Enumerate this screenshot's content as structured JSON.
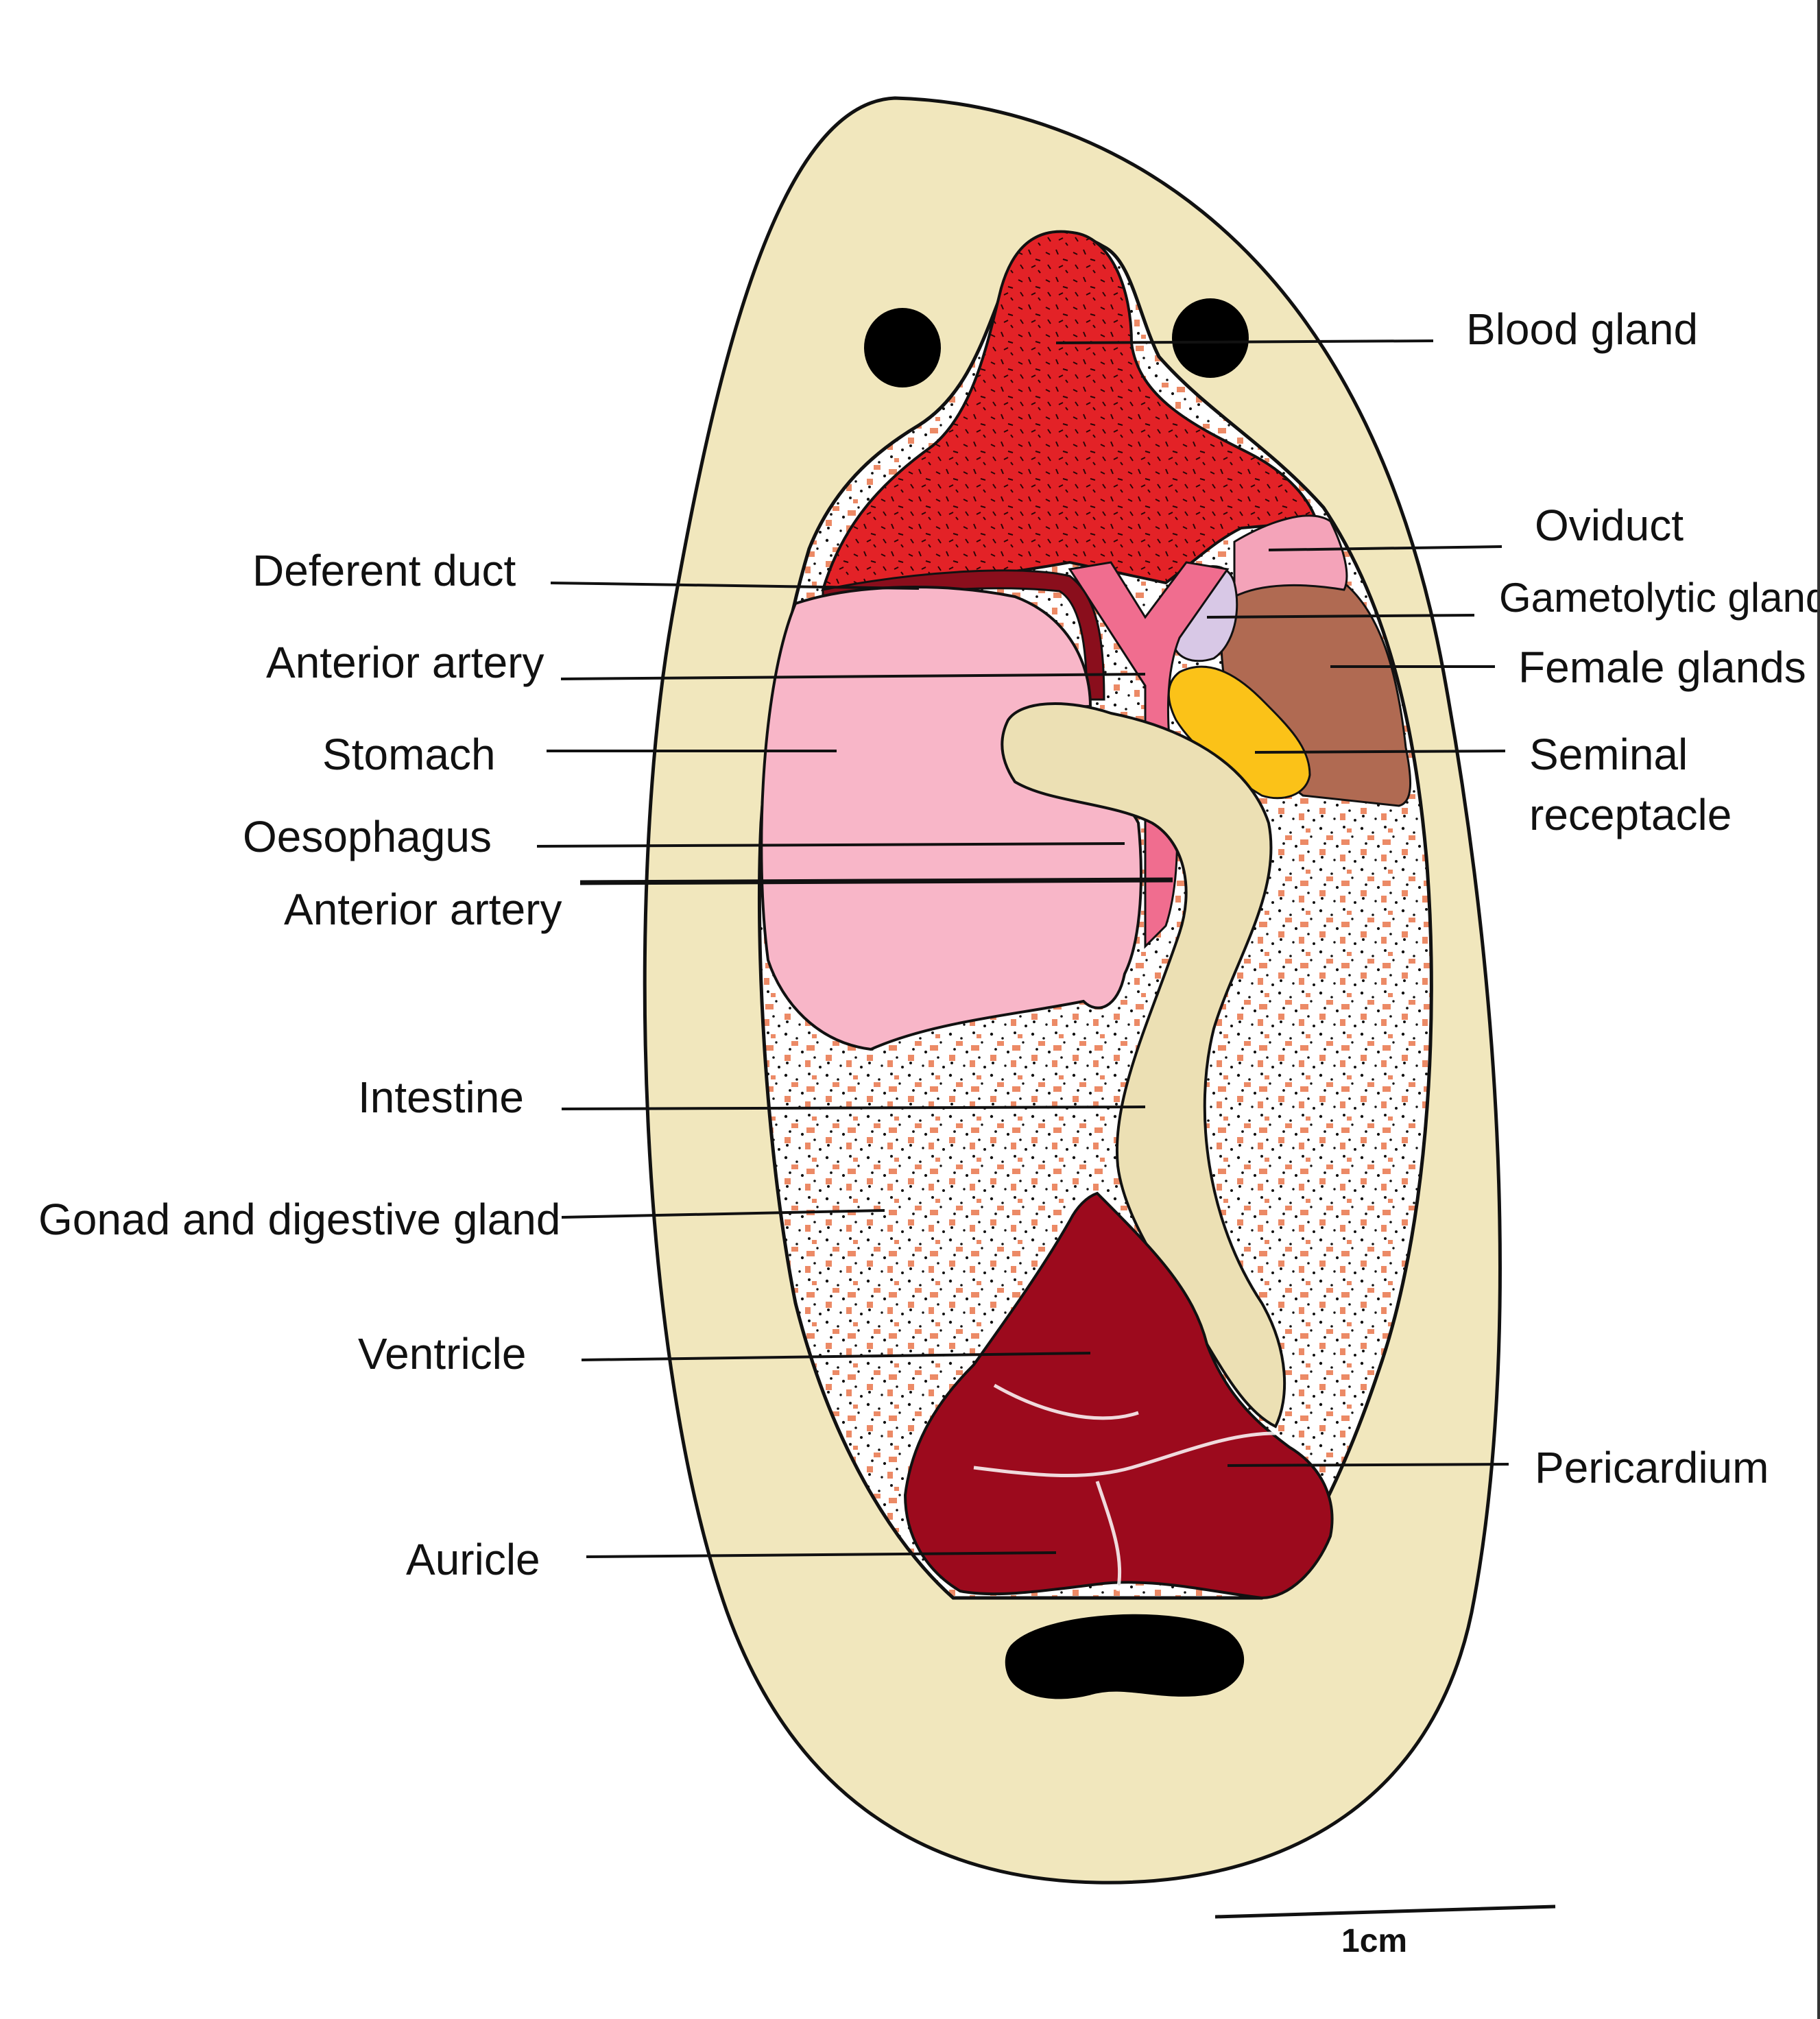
{
  "labels": {
    "blood_gland": "Blood gland",
    "oviduct": "Oviduct",
    "gametolytic_gland": "Gametolytic gland",
    "female_glands": "Female glands",
    "seminal_receptacle_line1": "Seminal",
    "seminal_receptacle_line2": "receptacle",
    "pericardium": "Pericardium",
    "deferent_duct": "Deferent duct",
    "anterior_artery_upper": "Anterior artery",
    "stomach": "Stomach",
    "oesophagus": "Oesophagus",
    "anterior_artery_lower": "Anterior artery",
    "intestine": "Intestine",
    "gonad_digestive_gland": "Gonad and digestive gland",
    "ventricle": "Ventricle",
    "auricle": "Auricle"
  },
  "scale_bar": {
    "label": "1cm"
  },
  "colors": {
    "body": "#f1e7bd",
    "blood_gland": "#e32227",
    "stomach": "#f8b6c8",
    "anterior_artery": "#f06d8f",
    "gametolytic_gland": "#d8c8e6",
    "seminal_receptacle": "#fbc218",
    "female_glands": "#b06a52",
    "heart": "#9c0a1d",
    "gonad_speckle": "#ec8a66",
    "oviduct": "#f4a3b9",
    "deferent_duct": "#8a0e1c",
    "intestine": "#ece0b4"
  }
}
